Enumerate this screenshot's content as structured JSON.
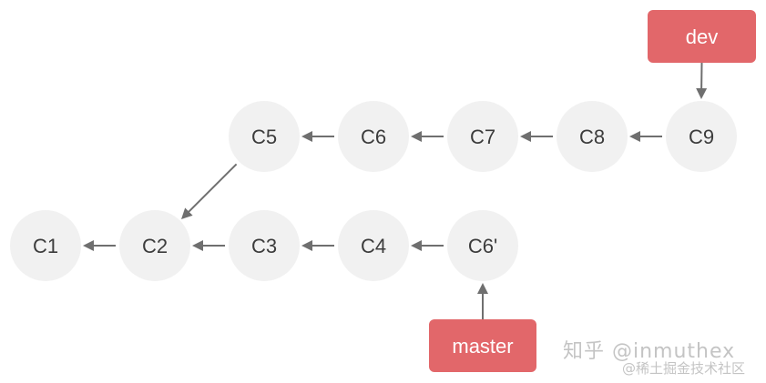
{
  "commits": [
    {
      "id": "C1",
      "label": "C1"
    },
    {
      "id": "C2",
      "label": "C2"
    },
    {
      "id": "C3",
      "label": "C3"
    },
    {
      "id": "C4",
      "label": "C4"
    },
    {
      "id": "C6p",
      "label": "C6'"
    },
    {
      "id": "C5",
      "label": "C5"
    },
    {
      "id": "C6",
      "label": "C6"
    },
    {
      "id": "C7",
      "label": "C7"
    },
    {
      "id": "C8",
      "label": "C8"
    },
    {
      "id": "C9",
      "label": "C9"
    }
  ],
  "edges": [
    {
      "from": "C2",
      "to": "C1"
    },
    {
      "from": "C3",
      "to": "C2"
    },
    {
      "from": "C4",
      "to": "C3"
    },
    {
      "from": "C6p",
      "to": "C4"
    },
    {
      "from": "C5",
      "to": "C2"
    },
    {
      "from": "C6",
      "to": "C5"
    },
    {
      "from": "C7",
      "to": "C6"
    },
    {
      "from": "C8",
      "to": "C7"
    },
    {
      "from": "C9",
      "to": "C8"
    }
  ],
  "branches": [
    {
      "id": "dev",
      "label": "dev",
      "target": "C9"
    },
    {
      "id": "master",
      "label": "master",
      "target": "C6p"
    }
  ],
  "colors": {
    "commit_fill": "#f1f1f1",
    "branch_fill": "#e2676a",
    "edge": "#6f6f6f"
  },
  "watermark": {
    "line1": "知乎 @inmuthex",
    "line2": "@稀土掘金技术社区"
  }
}
